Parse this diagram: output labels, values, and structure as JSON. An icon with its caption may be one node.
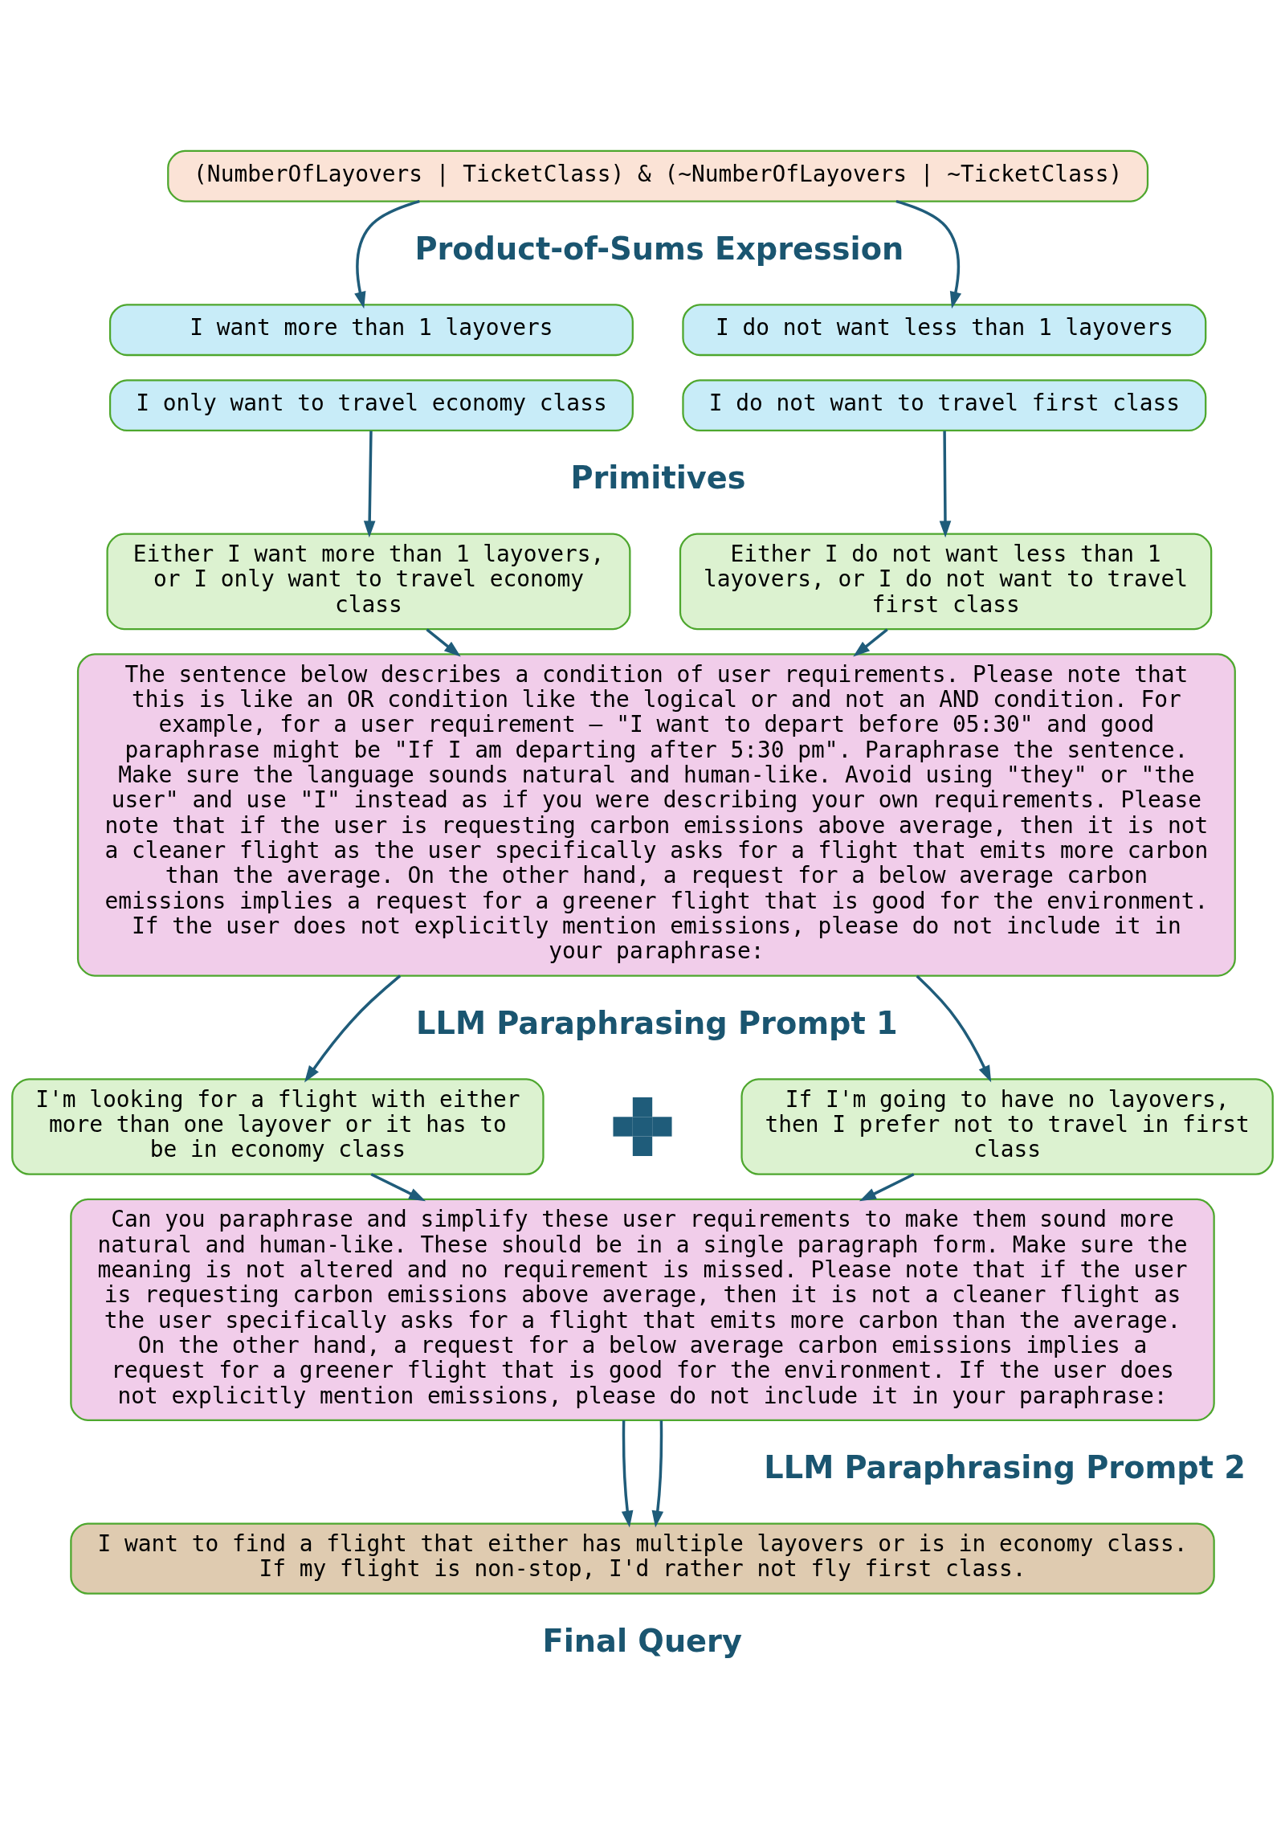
{
  "diagram": {
    "nodes": [
      {
        "text": [
          "(NumberOfLayovers | TicketClass) & (~NumberOfLayovers | ~TicketClass)"
        ]
      },
      {
        "text": [
          "I want more than 1 layovers"
        ]
      },
      {
        "text": [
          "I do not want less than 1 layovers"
        ]
      },
      {
        "text": [
          "I only want to travel economy class"
        ]
      },
      {
        "text": [
          "I do not want to travel first class"
        ]
      },
      {
        "text": [
          "Either I want more than 1 layovers, or I only want to travel economy class"
        ]
      },
      {
        "text": [
          "Either I do not want less than 1 layovers, or I do not want to travel first class"
        ]
      },
      {
        "text": [
          "The sentence below describes a condition of user requirements. Please note that this is like an OR condition like the logical or and not an AND condition. For example, for a user requirement – \"I want to depart before 05:30\" and good paraphrase might be \"If I am departing after 5:30 pm\". Paraphrase the sentence. Make sure the language sounds natural and human-like. Avoid using \"they\" or \"the user\" and use \"I\" instead as if you were describing your own requirements. Please note that if the user is requesting carbon emissions above average, then it is not a cleaner flight as the user specifically asks for a flight that emits more carbon than the average. On the other hand, a request for a below average carbon emissions implies a request for a greener flight that is good for the environment. If the user does not explicitly mention emissions, please do not include it in your paraphrase:"
        ]
      },
      {
        "text": [
          "I'm looking for a flight with either more than one layover or it has to be in economy class"
        ]
      },
      {
        "text": [],
        "shape": "plus"
      },
      {
        "text": [
          "If I'm going to have no layovers, then I prefer not to travel in first class"
        ]
      },
      {
        "text": [
          "Can you paraphrase and simplify these user requirements to make them sound more natural and human-like. These should be in a single paragraph form. Make sure the meaning is not altered and no requirement is missed. Please note that if the user is requesting carbon emissions above average, then it is not a cleaner flight as the user specifically asks for a flight that emits more carbon than the average. On the other hand, a request for a below average carbon emissions implies a request for a greener flight that is good for the environment. If the user does not explicitly mention emissions, please do not include it in your paraphrase:"
        ]
      },
      {
        "text": [
          "I want to find a flight that either has multiple layovers or is in economy class. If my flight is non-stop, I'd rather not fly first class."
        ]
      }
    ],
    "edges": [
      {
        "from": 0,
        "to": 1,
        "arrow": "to"
      },
      {
        "from": 0,
        "to": 2,
        "arrow": "to"
      },
      {
        "from": 3,
        "to": 5,
        "arrow": "to"
      },
      {
        "from": 4,
        "to": 6,
        "arrow": "to"
      },
      {
        "from": 5,
        "to": 7,
        "arrow": "to"
      },
      {
        "from": 6,
        "to": 7,
        "arrow": "to"
      },
      {
        "from": 7,
        "to": 8,
        "arrow": "to"
      },
      {
        "from": 7,
        "to": 10,
        "arrow": "to"
      },
      {
        "from": 8,
        "to": 11,
        "arrow": "to"
      },
      {
        "from": 10,
        "to": 11,
        "arrow": "to"
      },
      {
        "from": 11,
        "to": 12,
        "arrow": "to"
      },
      {
        "from": 11,
        "to": 12,
        "arrow": "to"
      }
    ],
    "labels": [
      "Product-of-Sums Expression",
      "Primitives",
      "LLM Paraphrasing Prompt 1",
      "LLM Paraphrasing Prompt 2",
      "Final Query"
    ]
  }
}
